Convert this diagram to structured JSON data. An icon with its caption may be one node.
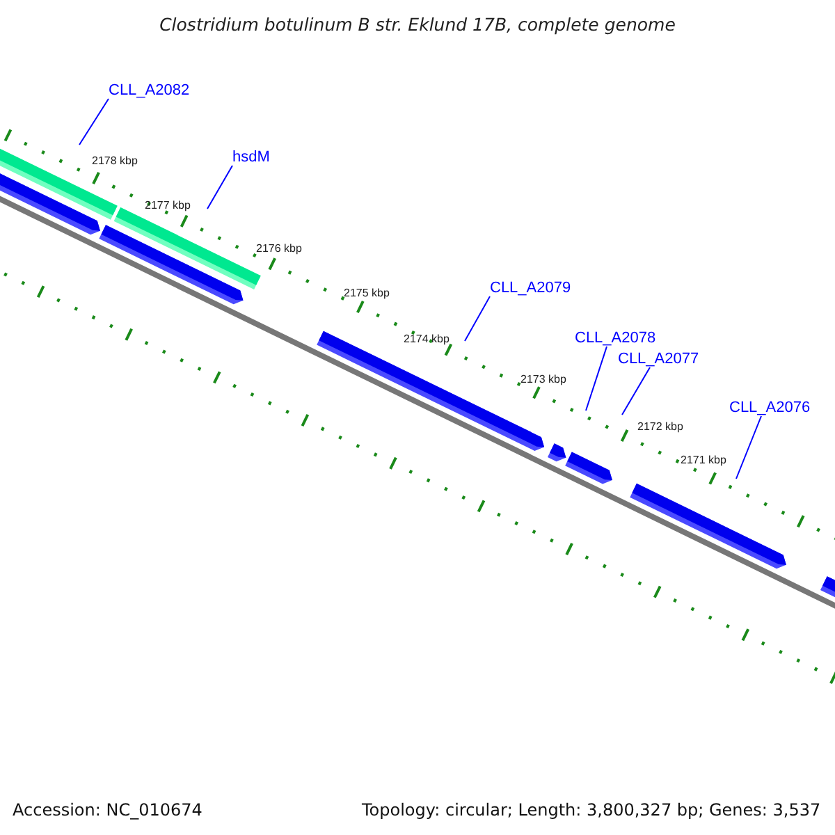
{
  "diagram": {
    "title": "Clostridium botulinum B str. Eklund 17B, complete genome",
    "nodes": [
      {
        "text": [
          "CLL_A2082"
        ]
      },
      {
        "text": [
          "hsdM"
        ]
      },
      {
        "text": [
          "CLL_A2079"
        ]
      },
      {
        "text": [
          "CLL_A2078"
        ]
      },
      {
        "text": [
          "CLL_A2077"
        ]
      },
      {
        "text": [
          "CLL_A2076"
        ]
      }
    ],
    "edges": [
      {
        "from": 0,
        "to": null,
        "arrow": "none"
      },
      {
        "from": 1,
        "to": null,
        "arrow": "none"
      },
      {
        "from": 2,
        "to": null,
        "arrow": "none"
      },
      {
        "from": 3,
        "to": null,
        "arrow": "none"
      },
      {
        "from": 4,
        "to": null,
        "arrow": "none"
      },
      {
        "from": 5,
        "to": null,
        "arrow": "none"
      }
    ],
    "labels": [
      "2178 kbp",
      "2177 kbp",
      "2176 kbp",
      "2175 kbp",
      "2174 kbp",
      "2173 kbp",
      "2172 kbp",
      "2171 kbp",
      "Accession: NC_010674",
      "Topology: circular; Length: 3,800,327 bp; Genes: 3,537"
    ]
  }
}
